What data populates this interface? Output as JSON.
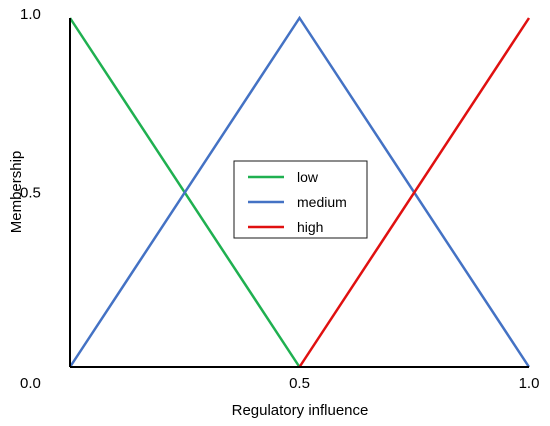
{
  "chart_data": {
    "type": "line",
    "title": "",
    "xlabel": "Regulatory influence",
    "ylabel": "Membership",
    "xlim": [
      0,
      1
    ],
    "ylim": [
      0,
      1
    ],
    "grid": false,
    "legend_position": "center",
    "x_ticks": [
      {
        "value": 0.0,
        "label": "0.0"
      },
      {
        "value": 0.5,
        "label": "0.5"
      },
      {
        "value": 1.0,
        "label": "1.0"
      }
    ],
    "y_ticks": [
      {
        "value": 0.5,
        "label": "0.5"
      },
      {
        "value": 1.0,
        "label": "1.0"
      }
    ],
    "series": [
      {
        "name": "low",
        "color": "#1fb050",
        "x": [
          0,
          0.5
        ],
        "y": [
          1,
          0
        ]
      },
      {
        "name": "medium",
        "color": "#4472c4",
        "x": [
          0,
          0.5,
          1.0
        ],
        "y": [
          0,
          1,
          0
        ]
      },
      {
        "name": "high",
        "color": "#e01010",
        "x": [
          0.5,
          1.0
        ],
        "y": [
          0,
          1
        ]
      }
    ]
  }
}
